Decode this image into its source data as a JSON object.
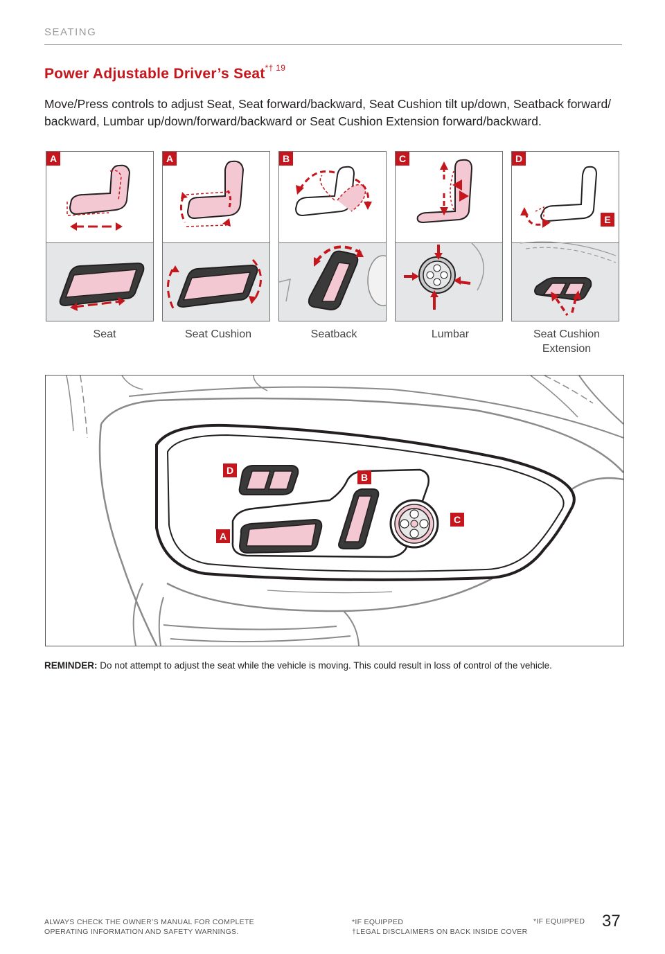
{
  "header": {
    "section": "SEATING",
    "title": "Power Adjustable Driver’s Seat",
    "title_marks": "*† 19",
    "description": "Move/Press controls to adjust Seat, Seat forward/backward, Seat Cushion tilt up/down, Seatback forward/ backward, Lumbar up/down/forward/backward or Seat Cushion Extension forward/backward."
  },
  "panels": [
    {
      "badge": "A",
      "caption": "Seat"
    },
    {
      "badge": "A",
      "caption": "Seat Cushion"
    },
    {
      "badge": "B",
      "caption": "Seatback"
    },
    {
      "badge": "C",
      "caption": "Lumbar"
    },
    {
      "badge": "D",
      "badge2": "E",
      "caption": "Seat Cushion",
      "caption2": "Extension"
    }
  ],
  "figure_callouts": {
    "a": "A",
    "b": "B",
    "c": "C",
    "d": "D"
  },
  "reminder": {
    "label": "REMINDER:",
    "text": "Do not attempt to adjust the seat while the vehicle is moving. This could result in loss of control of the vehicle."
  },
  "footer": {
    "left_line1": "ALWAYS CHECK THE OWNER’S MANUAL FOR COMPLETE",
    "left_line2": "OPERATING INFORMATION AND SAFETY WARNINGS.",
    "mid_line1": "*IF EQUIPPED",
    "mid_line2": "†LEGAL DISCLAIMERS ON BACK INSIDE COVER",
    "right": "*IF EQUIPPED",
    "page_number": "37"
  },
  "colors": {
    "accent": "#c4161c",
    "pink": "#f4c8d2",
    "panel_gray": "#e5e6e7"
  }
}
